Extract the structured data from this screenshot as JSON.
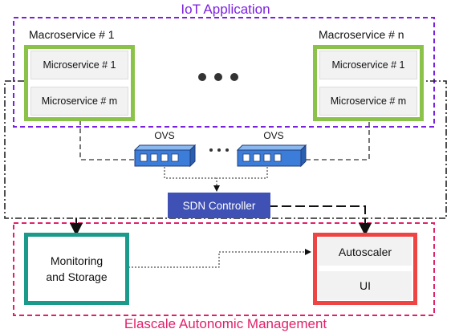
{
  "iot_title": "IoT Application",
  "elascale_title": "Elascale Autonomic Management",
  "macroservices": [
    {
      "label": "Macroservice # 1",
      "micro": [
        "Microservice # 1",
        "Microservice # m"
      ]
    },
    {
      "label": "Macroservice # n",
      "micro": [
        "Microservice # 1",
        "Microservice # m"
      ]
    }
  ],
  "ovs": [
    "OVS",
    "OVS"
  ],
  "sdn_controller": "SDN Controller",
  "monitoring": "Monitoring and Storage",
  "autoscaler": "Autoscaler",
  "ui": "UI",
  "colors": {
    "iot": "#7b1fe0",
    "elascale": "#e0216a",
    "macroservice_border": "#8bc34a",
    "sdn_controller": "#3f51b5",
    "monitoring_border": "#1a9a8a",
    "autoscaler_border": "#ef4444",
    "ovs_switch": "#3b7dd8"
  }
}
